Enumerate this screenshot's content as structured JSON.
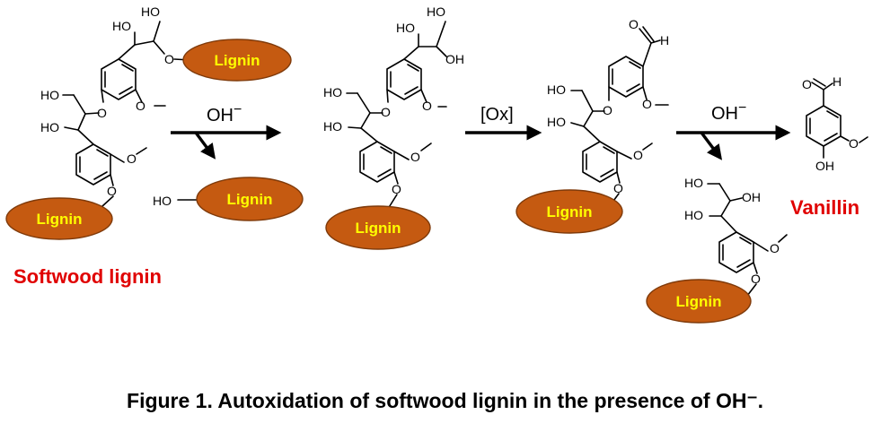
{
  "labels": {
    "lignin": "Lignin",
    "ho": "HO",
    "oh": "OH",
    "o": "O",
    "h": "H",
    "oh_minus": "OH",
    "minus": "−",
    "ox": "[Ox]",
    "softwood_lignin": "Softwood lignin",
    "vanillin": "Vanillin"
  },
  "caption": "Figure 1. Autoxidation of softwood lignin in the presence of OH⁻.",
  "colors": {
    "lignin_fill": "#c55a11",
    "lignin_text": "#ffff00",
    "highlight_red": "#e00000"
  }
}
